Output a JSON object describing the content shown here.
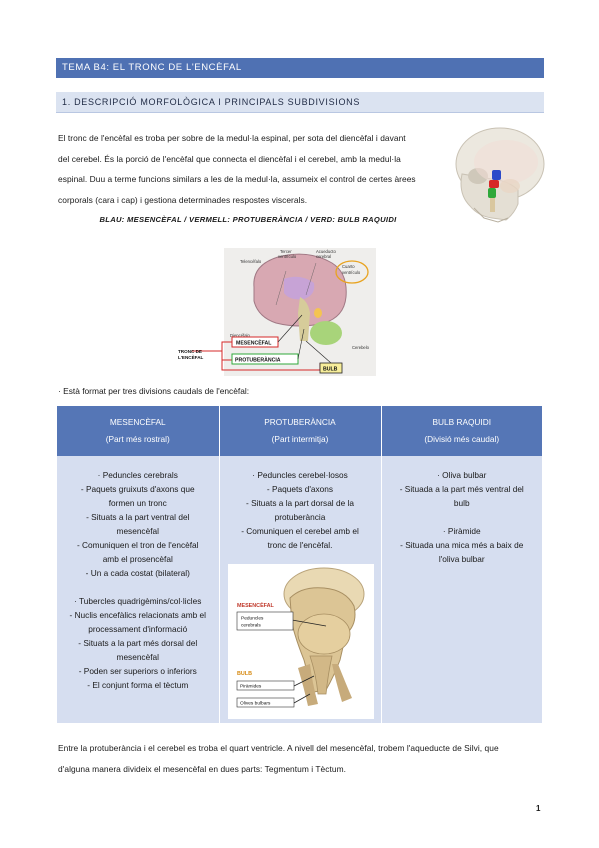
{
  "header": {
    "title": "TEMA B4: EL TRONC DE L'ENCÈFAL"
  },
  "section": {
    "title": "1. DESCRIPCIÓ MORFOLÒGICA I PRINCIPALS SUBDIVISIONS"
  },
  "intro": {
    "lines": [
      "El tronc de l'encèfal es troba per sobre de la medul·la espinal, per sota del diencèfal i davant",
      "del cerebel. És la porció de l'encèfal que connecta el diencèfal i el cerebel, amb la medul·la",
      "espinal. Duu a terme funcions similars a les de la medul·la, assumeix el control de certes àrees",
      "corporals (cara i cap) i gestiona determinades respostes viscerals."
    ],
    "legend": "BLAU: MESENCÈFAL / VERMELL: PROTUBERÀNCIA / VERD: BULB RAQUIDI"
  },
  "brain_figure": {
    "labels": {
      "telencefalo": "Telencéfalo",
      "tercer_ventriculo_1": "Tercer",
      "tercer_ventriculo_2": "ventrículo",
      "acueducto_1": "Acueducto",
      "acueducto_2": "cerebral",
      "cuarto_ventriculo_1": "Cuarto",
      "cuarto_ventriculo_2": "ventrículo",
      "diencefalo": "Diencéfalo",
      "mesencefal": "MESENCÈFAL",
      "protuberancia": "PROTUBERÀNCIA",
      "bulb": "BULB",
      "cerebelo": "Cerebelo",
      "tronc_1": "TRONC DE",
      "tronc_2": "L'ENCÈFAL"
    }
  },
  "divisions_intro": "· Està format per tres divisions caudals de l'encèfal:",
  "table": {
    "columns": [
      {
        "name": "MESENCÈFAL",
        "sub": "(Part més rostral)",
        "items": [
          "· Peduncles cerebrals",
          "- Paquets gruixuts d'axons que",
          "formen un tronc",
          "- Situats a la part ventral del",
          "mesencèfal",
          "- Comuniquen el tron de l'encèfal",
          "amb el prosencèfal",
          "- Un a cada costat (bilateral)",
          "",
          "· Tubercles quadrigèmins/col·licles",
          "- Nuclis encefàlics relacionats amb el",
          "processament d'informació",
          "- Situats a la part més dorsal del",
          "mesencèfal",
          "- Poden ser superiors o inferiors",
          "- El conjunt forma el tèctum"
        ]
      },
      {
        "name": "PROTUBERÀNCIA",
        "sub": "(Part intermitja)",
        "items": [
          "· Peduncles cerebel·losos",
          "- Paquets d'axons",
          "- Situats a la part dorsal de la",
          "protuberància",
          "- Comuniquen el cerebel amb el",
          "tronc de l'encèfal."
        ]
      },
      {
        "name": "BULB RAQUIDI",
        "sub": "(Divisió més caudal)",
        "items": [
          "· Oliva bulbar",
          "- Situada a la part més ventral del",
          "bulb",
          "",
          "· Piràmide",
          "- Situada una mica més a baix de",
          "l'oliva bulbar"
        ]
      }
    ]
  },
  "stem_figure": {
    "labels": {
      "mesencefal": "MESENCÈFAL",
      "peduncles_1": "Peduncles",
      "peduncles_2": "cerebrals",
      "bulb": "BULB",
      "piramides": "Piràmides",
      "olives": "Olives bulbars"
    }
  },
  "outro": {
    "lines": [
      "Entre la protuberància i el cerebel es troba el quart ventricle. A nivell del mesencèfal, trobem l'aqueducte de Silvi, que",
      "d'alguna manera divideix el mesencèfal en dues parts: Tegmentum i Tèctum."
    ]
  },
  "page_number": "1",
  "colors": {
    "title_bar": "#4f71b3",
    "section_bar": "#dbe3f1",
    "table_header": "#5576b6",
    "table_body": "#d6def0",
    "mesencefal_marker": "#2b49c9",
    "protuberancia_marker": "#d62828",
    "bulb_marker": "#2fa83a"
  }
}
